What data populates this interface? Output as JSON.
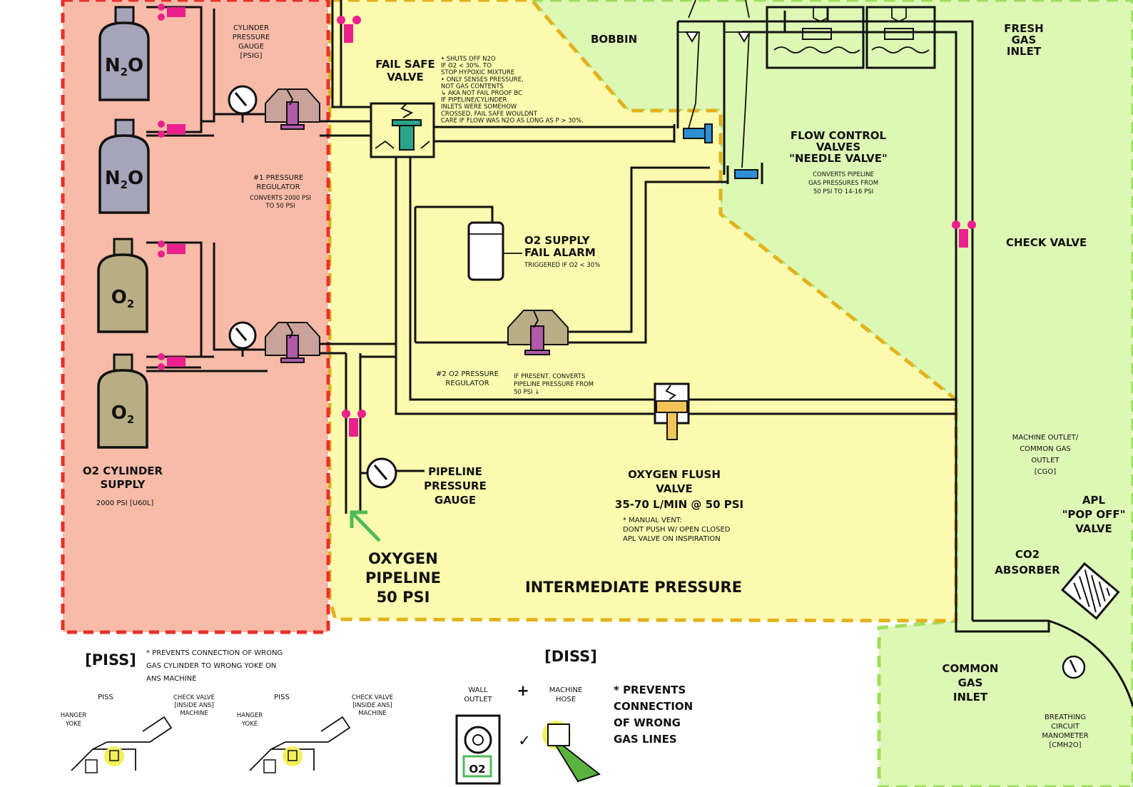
{
  "colors": {
    "high_pressure_zone": "#f7bba8",
    "high_pressure_border": "#e8302a",
    "intermediate_zone": "#fbfaae",
    "intermediate_border": "#e3b21c",
    "low_pressure_zone": "#ddf7b5",
    "low_pressure_border": "#9ee05a",
    "check_valve": "#ec1f8e",
    "n2o_cylinder": "#a6a4b8",
    "o2_cylinder": "#b8ad84",
    "regulator_body": "#c9a39a",
    "regulator_stem": "#b05aa8",
    "failsafe_stem": "#2aa38a",
    "flow_valve": "#2f8fd4",
    "flush_valve": "#f2c45a",
    "pipeline_arrow": "#4fba5a"
  },
  "zones": {
    "intermediate_label": "INTERMEDIATE PRESSURE"
  },
  "cylinders": [
    {
      "label_main": "N",
      "label_sub": "2",
      "label_end": "O",
      "gas": "n2o"
    },
    {
      "label_main": "N",
      "label_sub": "2",
      "label_end": "O",
      "gas": "n2o"
    },
    {
      "label_main": "O",
      "label_sub": "2",
      "label_end": "",
      "gas": "o2"
    },
    {
      "label_main": "O",
      "label_sub": "2",
      "label_end": "",
      "gas": "o2"
    }
  ],
  "labels": {
    "cylinder_gauge": [
      "CYLINDER",
      "PRESSURE",
      "GAUGE",
      "[PSIG]"
    ],
    "reg1": [
      "#1 PRESSURE",
      "REGULATOR"
    ],
    "reg1_note": [
      "CONVERTS 2000 PSI",
      "TO 50 PSI"
    ],
    "o2_supply": [
      "O2 CYLINDER",
      "SUPPLY"
    ],
    "o2_supply_note": "2000 PSI [U60L]",
    "failsafe": [
      "FAIL SAFE",
      "VALVE"
    ],
    "failsafe_notes": [
      "• SHUTS OFF N2O",
      "IF O2 < 30%. TO",
      "STOP HYPOXIC MIXTURE",
      "• ONLY SENSES PRESSURE,",
      "NOT GAS CONTENTS",
      "↳ AKA NOT FAIL PROOF BC",
      "IF PIPELINE/CYLINDER",
      "INLETS WERE SOMEHOW",
      "CROSSED, FAIL SAFE WOULDNT",
      "CARE IF FLOW WAS N2O AS LONG AS P > 30%."
    ],
    "o2_alarm": [
      "O2 SUPPLY",
      "FAIL ALARM"
    ],
    "o2_alarm_note": "TRIGGERED IF O2 < 30%",
    "reg2": [
      "#2 O2 PRESSURE",
      "REGULATOR"
    ],
    "reg2_note": [
      "IF PRESENT, CONVERTS",
      "PIPELINE PRESSURE FROM",
      "50 PSI ↓"
    ],
    "pipeline_gauge": [
      "PIPELINE",
      "PRESSURE",
      "GAUGE"
    ],
    "oxygen_pipeline": [
      "OXYGEN",
      "PIPELINE",
      "50 PSI"
    ],
    "flush": [
      "OXYGEN FLUSH",
      "VALVE"
    ],
    "flush_rate": "35-70 L/MIN @ 50 PSI",
    "flush_note": [
      "* MANUAL VENT:",
      "DONT PUSH W/ OPEN CLOSED",
      "APL VALVE ON INSPIRATION"
    ],
    "bobbin": "BOBBIN",
    "fresh_gas": [
      "FRESH",
      "GAS",
      "INLET"
    ],
    "flow_control": [
      "FLOW CONTROL",
      "VALVES",
      "\"NEEDLE VALVE\""
    ],
    "flow_control_note": [
      "CONVERTS PIPELINE",
      "GAS PRESSURES FROM",
      "50 PSI TO 14-16 PSI"
    ],
    "check_valve": "CHECK VALVE",
    "machine_outlet": [
      "MACHINE OUTLET/",
      "COMMON GAS",
      "OUTLET",
      "[CGO]"
    ],
    "apl": [
      "APL",
      "\"POP OFF\"",
      "VALVE"
    ],
    "co2": [
      "CO2",
      "ABSORBER"
    ],
    "common_gas_inlet": [
      "COMMON",
      "GAS",
      "INLET"
    ],
    "manometer": [
      "BREATHING",
      "CIRCUIT",
      "MANOMETER",
      "[CMH2O]"
    ]
  },
  "legend": {
    "piss_title": "[PISS]",
    "piss_note": [
      "* PREVENTS CONNECTION OF WRONG",
      "GAS CYLINDER TO WRONG YOKE ON",
      "ANS MACHINE"
    ],
    "piss_label": "PISS",
    "check_valve_inside": [
      "CHECK VALVE",
      "[INSIDE ANS]",
      "MACHINE"
    ],
    "hanger_yoke": [
      "HANGER",
      "YOKE"
    ],
    "diss_title": "[DISS]",
    "wall_outlet": [
      "WALL",
      "OUTLET"
    ],
    "plus": "+",
    "machine_hose": [
      "MACHINE",
      "HOSE"
    ],
    "diss_note": [
      "* PREVENTS",
      "CONNECTION",
      "OF WRONG",
      "GAS LINES"
    ],
    "outlet_tag": "O2",
    "checkmark": "✓"
  }
}
